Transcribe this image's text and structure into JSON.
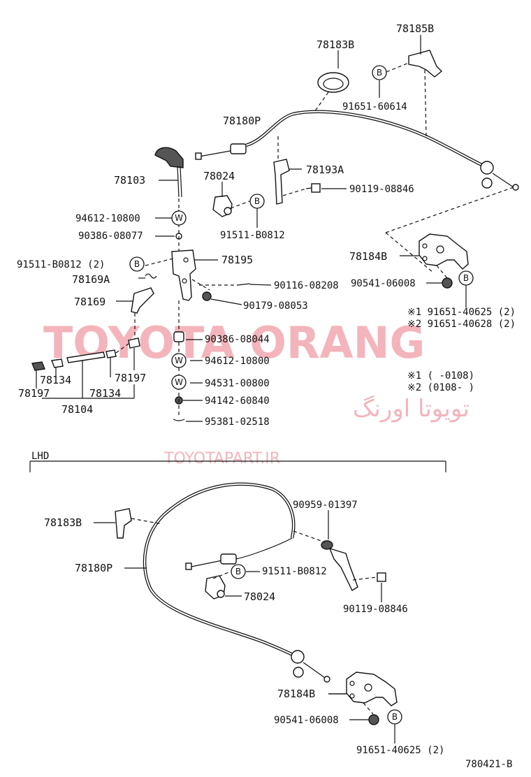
{
  "watermark": {
    "brand": "TOYOTA ORANG",
    "brand_fa": "تویوتا اورنگ",
    "url": "TOYOTAPART.IR"
  },
  "section": {
    "lhd": "LHD"
  },
  "diagram_id": "780421-B",
  "markers": {
    "b": "B",
    "w": "W"
  },
  "notes": {
    "note1": "※1 91651-40625 (2)",
    "note2": "※2 91651-40628 (2)",
    "range1": "※1 (      -0108)",
    "range2": "※2 (0108-      )"
  },
  "top_labels": {
    "p78185B": "78185B",
    "p78183B": "78183B",
    "p91651_60614": "91651-60614",
    "p78180P": "78180P",
    "p78193A": "78193A",
    "p78103": "78103",
    "p78024": "78024",
    "p90119_08846": "90119-08846",
    "p94612_10800a": "94612-10800",
    "p91511_B0812a": "91511-B0812",
    "p90386_08077": "90386-08077",
    "p91511_B0812_2": "91511-B0812 (2)",
    "p78195": "78195",
    "p78184B": "78184B",
    "p78169A": "78169A",
    "p90116_08208": "90116-08208",
    "p90541_06008a": "90541-06008",
    "p78169": "78169",
    "p90179_08053": "90179-08053",
    "p90386_08044": "90386-08044",
    "p94612_10800b": "94612-10800",
    "p78197a": "78197",
    "p78134a": "78134",
    "p78197b": "78197",
    "p78134b": "78134",
    "p78104": "78104",
    "p94531_00800": "94531-00800",
    "p94142_60840": "94142-60840",
    "p95381_02518": "95381-02518"
  },
  "bottom_labels": {
    "p78183B": "78183B",
    "p90959_01397": "90959-01397",
    "p78180P": "78180P",
    "p91511_B0812": "91511-B0812",
    "p78024": "78024",
    "p90119_08846": "90119-08846",
    "p78184B": "78184B",
    "p90541_06008": "90541-06008",
    "p91651_40625_2": "91651-40625 (2)"
  }
}
